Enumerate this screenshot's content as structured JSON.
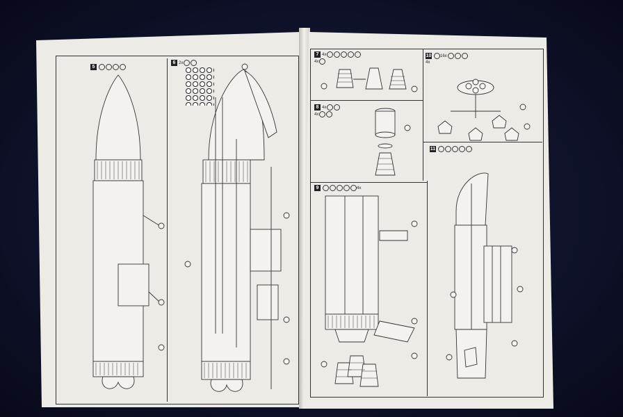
{
  "booklet": {
    "left_page_number": "",
    "right_page_number": ""
  },
  "steps": [
    {
      "number": "5",
      "callout_prefix": ""
    },
    {
      "number": "6",
      "callout_prefix": "2x"
    },
    {
      "number": "7",
      "callout_prefix": "4x",
      "callout_suffix": "4x"
    },
    {
      "number": "8",
      "callout_prefix": "4x",
      "callout_suffix": "4x"
    },
    {
      "number": "9",
      "callout_prefix": "",
      "callout_suffix": "4x"
    },
    {
      "number": "10",
      "callout_prefix": "16x",
      "callout_suffix": "4x"
    },
    {
      "number": "11",
      "callout_prefix": ""
    }
  ],
  "colors": {
    "paper": "#ecebe6",
    "ink": "#333333",
    "background": "#10132a"
  }
}
